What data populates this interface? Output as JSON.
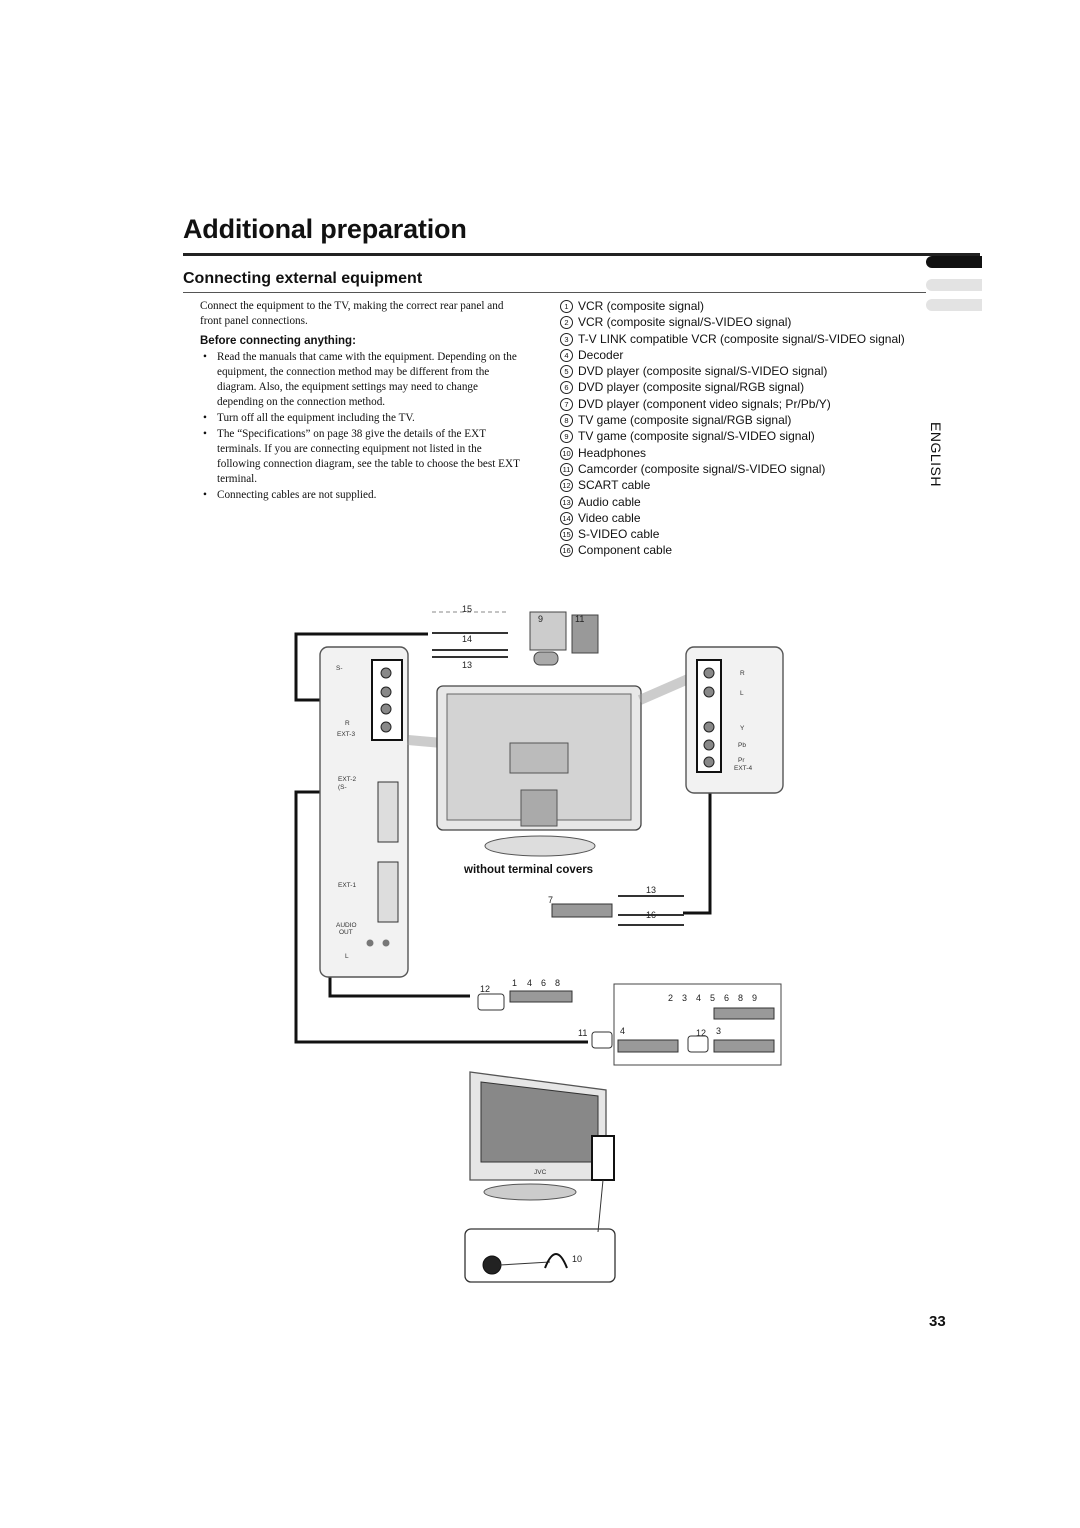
{
  "page": {
    "title": "Additional preparation",
    "section_title": "Connecting external equipment",
    "language_tab": "ENGLISH",
    "page_number": "33"
  },
  "intro": {
    "text": "Connect the equipment to the TV, making the correct rear panel and front panel connections.",
    "before_heading": "Before connecting anything:",
    "bullets": [
      "Read the manuals that came with the equipment. Depending on the equipment, the connection method may be different from the diagram. Also, the equipment settings may need to change depending on the connection method.",
      "Turn off all the equipment including the TV.",
      "The “Specifications” on page 38 give the details of the EXT terminals. If you are connecting equipment not listed in the following connection diagram, see the table to choose the best EXT terminal.",
      "Connecting cables are not supplied."
    ]
  },
  "legend": [
    {
      "n": "1",
      "text": "VCR (composite signal)"
    },
    {
      "n": "2",
      "text": "VCR (composite signal/S-VIDEO signal)"
    },
    {
      "n": "3",
      "text": "T-V LINK compatible VCR (composite signal/S-VIDEO signal)"
    },
    {
      "n": "4",
      "text": "Decoder"
    },
    {
      "n": "5",
      "text": "DVD player (composite signal/S-VIDEO signal)"
    },
    {
      "n": "6",
      "text": "DVD player (composite signal/RGB signal)"
    },
    {
      "n": "7",
      "text": "DVD player (component video signals; Pr/Pb/Y)"
    },
    {
      "n": "8",
      "text": "TV game (composite signal/RGB signal)"
    },
    {
      "n": "9",
      "text": "TV game (composite signal/S-VIDEO signal)"
    },
    {
      "n": "10",
      "text": "Headphones"
    },
    {
      "n": "11",
      "text": "Camcorder (composite signal/S-VIDEO signal)"
    },
    {
      "n": "12",
      "text": "SCART cable"
    },
    {
      "n": "13",
      "text": "Audio cable"
    },
    {
      "n": "14",
      "text": "Video cable"
    },
    {
      "n": "15",
      "text": "S-VIDEO cable"
    },
    {
      "n": "16",
      "text": "Component cable"
    }
  ],
  "diagram": {
    "caption": "without terminal covers",
    "panel_labels": {
      "s_video": "S-",
      "r_label": "R",
      "l_label": "L",
      "ext3": "EXT-3",
      "ext2": "EXT-2",
      "ext2_s": "(S-",
      "ext1": "EXT-1",
      "audio": "AUDIO",
      "out": "OUT",
      "y_label": "Y",
      "pb_label": "Pb",
      "pr_label": "Pr",
      "ext4": "EXT-4",
      "brand": "JVC"
    },
    "markers": [
      "15",
      "9",
      "11",
      "14",
      "13",
      "7",
      "13",
      "16",
      "12",
      "1",
      "4",
      "6",
      "8",
      "2",
      "3",
      "4",
      "5",
      "6",
      "8",
      "9",
      "11",
      "4",
      "12",
      "3",
      "10"
    ]
  }
}
